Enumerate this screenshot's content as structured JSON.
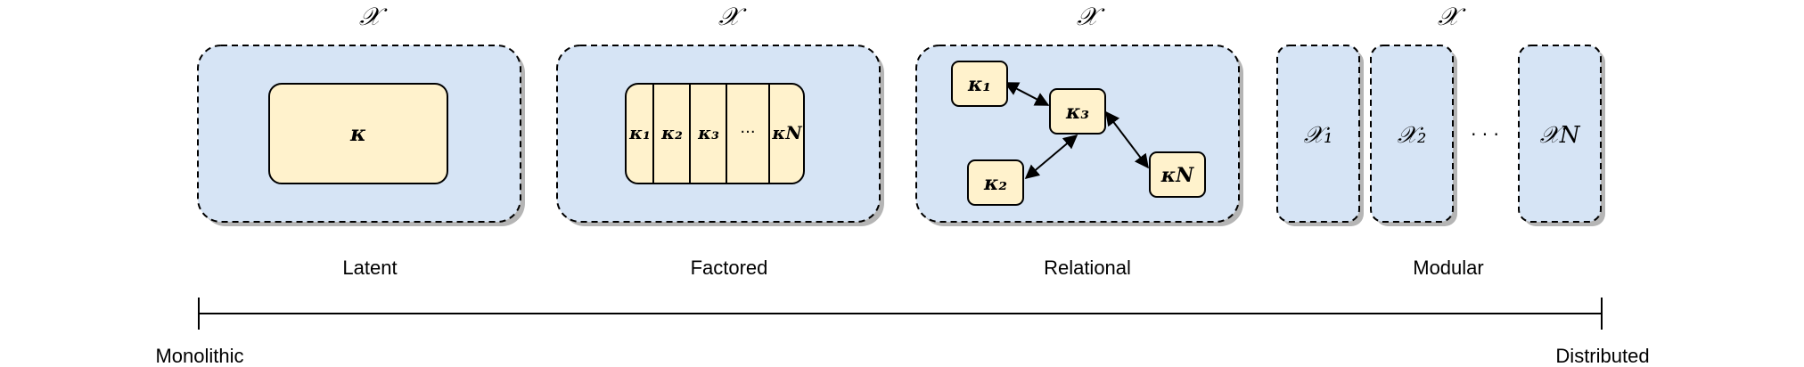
{
  "diagram": {
    "set_symbol": "𝒳",
    "panels": {
      "latent": {
        "top": "𝒳",
        "inner": "κ",
        "label": "Latent"
      },
      "factored": {
        "top": "𝒳",
        "cells": [
          "κ₁",
          "κ₂",
          "κ₃",
          "···",
          "κN"
        ],
        "label": "Factored"
      },
      "relational": {
        "top": "𝒳",
        "nodes": [
          "κ₁",
          "κ₃",
          "κ₂",
          "κN"
        ],
        "label": "Relational"
      },
      "modular": {
        "top": "𝒳",
        "modules": [
          "𝒳₁",
          "𝒳₂",
          "𝒳N"
        ],
        "ellipsis": "· · ·",
        "label": "Modular"
      }
    },
    "axis": {
      "left_label": "Monolithic",
      "right_label": "Distributed"
    },
    "colors": {
      "panel_fill": "#d6e4f5",
      "node_fill": "#fff2cc",
      "stroke": "#000000"
    }
  }
}
